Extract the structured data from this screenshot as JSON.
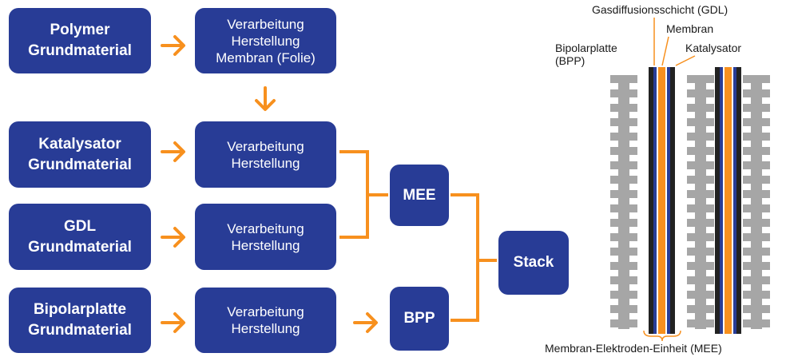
{
  "colors": {
    "box": "#283c96",
    "accent": "#f7901e",
    "membrane": "#f7901e",
    "bpp": "#a6a6a6",
    "gdl": "#222222",
    "catalyst": "#283c96"
  },
  "inputs": [
    {
      "line1": "Polymer",
      "line2": "Grundmaterial"
    },
    {
      "line1": "Katalysator",
      "line2": "Grundmaterial"
    },
    {
      "line1": "GDL",
      "line2": "Grundmaterial"
    },
    {
      "line1": "Bipolarplatte",
      "line2": "Grundmaterial"
    }
  ],
  "processes": [
    {
      "line1": "Verarbeitung",
      "line2": "Herstellung",
      "line3": "Membran (Folie)"
    },
    {
      "line1": "Verarbeitung",
      "line2": "Herstellung"
    },
    {
      "line1": "Verarbeitung",
      "line2": "Herstellung"
    },
    {
      "line1": "Verarbeitung",
      "line2": "Herstellung"
    }
  ],
  "mee_label": "MEE",
  "bpp_label": "BPP",
  "stack_label": "Stack",
  "stack_diagram": {
    "gdl_label": "Gasdiffusionsschicht (GDL)",
    "membran_label": "Membran",
    "katalysator_label": "Katalysator",
    "bipolarplatte_label_line1": "Bipolarplatte",
    "bipolarplatte_label_line2": "(BPP)",
    "mee_label": "Membran-Elektroden-Einheit (MEE)"
  }
}
